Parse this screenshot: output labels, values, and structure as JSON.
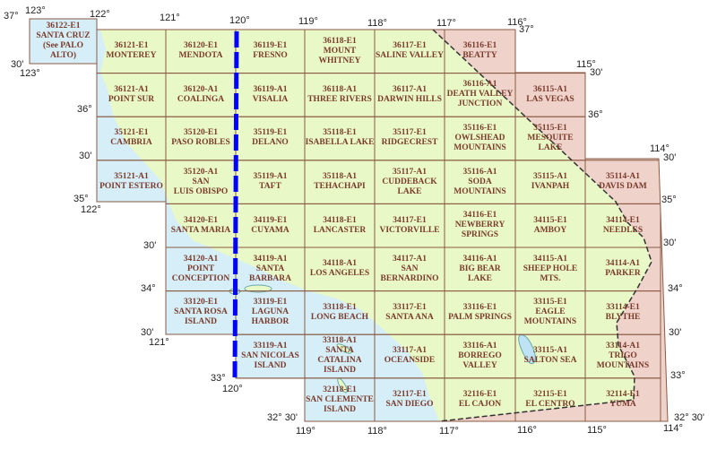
{
  "colors": {
    "land": "#e8f8c6",
    "ocean": "#d6eef8",
    "outside_state": "#efd2ca",
    "grid": "#8a5a44",
    "text": "#7a3b2b",
    "meridian_line": "#0000ff"
  },
  "quadrangles": [
    {
      "code": "36122-E1",
      "name": "SANTA CRUZ\n(See PALO ALTO)",
      "lon_west": 123,
      "lat_north": 37
    },
    {
      "code": "36121-E1",
      "name": "MONTEREY",
      "lon_west": 122,
      "lat_north": 37
    },
    {
      "code": "36120-E1",
      "name": "MENDOTA",
      "lon_west": 121,
      "lat_north": 37
    },
    {
      "code": "36119-E1",
      "name": "FRESNO",
      "lon_west": 120,
      "lat_north": 37
    },
    {
      "code": "36118-E1",
      "name": "MOUNT\nWHITNEY",
      "lon_west": 119,
      "lat_north": 37
    },
    {
      "code": "36117-E1",
      "name": "SALINE VALLEY",
      "lon_west": 118,
      "lat_north": 37
    },
    {
      "code": "36116-E1",
      "name": "BEATTY",
      "lon_west": 117,
      "lat_north": 37
    },
    {
      "code": "36121-A1",
      "name": "POINT SUR",
      "lon_west": 122,
      "lat_north": 36.5
    },
    {
      "code": "36120-A1",
      "name": "COALINGA",
      "lon_west": 121,
      "lat_north": 36.5
    },
    {
      "code": "36119-A1",
      "name": "VISALIA",
      "lon_west": 120,
      "lat_north": 36.5
    },
    {
      "code": "36118-A1",
      "name": "THREE RIVERS",
      "lon_west": 119,
      "lat_north": 36.5
    },
    {
      "code": "36117-A1",
      "name": "DARWIN HILLS",
      "lon_west": 118,
      "lat_north": 36.5
    },
    {
      "code": "36116-A1",
      "name": "DEATH VALLEY\nJUNCTION",
      "lon_west": 117,
      "lat_north": 36.5
    },
    {
      "code": "36115-A1",
      "name": "LAS VEGAS",
      "lon_west": 116,
      "lat_north": 36.5
    },
    {
      "code": "35121-E1",
      "name": "CAMBRIA",
      "lon_west": 122,
      "lat_north": 36
    },
    {
      "code": "35120-E1",
      "name": "PASO ROBLES",
      "lon_west": 121,
      "lat_north": 36
    },
    {
      "code": "35119-E1",
      "name": "DELANO",
      "lon_west": 120,
      "lat_north": 36
    },
    {
      "code": "35118-E1",
      "name": "ISABELLA LAKE",
      "lon_west": 119,
      "lat_north": 36
    },
    {
      "code": "35117-E1",
      "name": "RIDGECREST",
      "lon_west": 118,
      "lat_north": 36
    },
    {
      "code": "35116-E1",
      "name": "OWLSHEAD\nMOUNTAINS",
      "lon_west": 117,
      "lat_north": 36
    },
    {
      "code": "35115-E1",
      "name": "MESQUITE LAKE",
      "lon_west": 116,
      "lat_north": 36
    },
    {
      "code": "35121-A1",
      "name": "POINT ESTERO",
      "lon_west": 122,
      "lat_north": 35.5
    },
    {
      "code": "35120-A1",
      "name": "SAN\nLUIS OBISPO",
      "lon_west": 121,
      "lat_north": 35.5
    },
    {
      "code": "35119-A1",
      "name": "TAFT",
      "lon_west": 120,
      "lat_north": 35.5
    },
    {
      "code": "35118-A1",
      "name": "TEHACHAPI",
      "lon_west": 119,
      "lat_north": 35.5
    },
    {
      "code": "35117-A1",
      "name": "CUDDEBACK\nLAKE",
      "lon_west": 118,
      "lat_north": 35.5
    },
    {
      "code": "35116-A1",
      "name": "SODA\nMOUNTAINS",
      "lon_west": 117,
      "lat_north": 35.5
    },
    {
      "code": "35115-A1",
      "name": "IVANPAH",
      "lon_west": 116,
      "lat_north": 35.5
    },
    {
      "code": "35114-A1",
      "name": "DAVIS DAM",
      "lon_west": 115,
      "lat_north": 35.5
    },
    {
      "code": "34120-E1",
      "name": "SANTA MARIA",
      "lon_west": 121,
      "lat_north": 35
    },
    {
      "code": "34119-E1",
      "name": "CUYAMA",
      "lon_west": 120,
      "lat_north": 35
    },
    {
      "code": "34118-E1",
      "name": "LANCASTER",
      "lon_west": 119,
      "lat_north": 35
    },
    {
      "code": "34117-E1",
      "name": "VICTORVILLE",
      "lon_west": 118,
      "lat_north": 35
    },
    {
      "code": "34116-E1",
      "name": "NEWBERRY\nSPRINGS",
      "lon_west": 117,
      "lat_north": 35
    },
    {
      "code": "34115-E1",
      "name": "AMBOY",
      "lon_west": 116,
      "lat_north": 35
    },
    {
      "code": "34114-E1",
      "name": "NEEDLES",
      "lon_west": 115,
      "lat_north": 35
    },
    {
      "code": "34120-A1",
      "name": "POINT\nCONCEPTION",
      "lon_west": 121,
      "lat_north": 34.5
    },
    {
      "code": "34119-A1",
      "name": "SANTA BARBARA",
      "lon_west": 120,
      "lat_north": 34.5
    },
    {
      "code": "34118-A1",
      "name": "LOS ANGELES",
      "lon_west": 119,
      "lat_north": 34.5
    },
    {
      "code": "34117-A1",
      "name": "SAN\nBERNARDINO",
      "lon_west": 118,
      "lat_north": 34.5
    },
    {
      "code": "34116-A1",
      "name": "BIG BEAR\nLAKE",
      "lon_west": 117,
      "lat_north": 34.5
    },
    {
      "code": "34115-A1",
      "name": "SHEEP HOLE\nMTS.",
      "lon_west": 116,
      "lat_north": 34.5
    },
    {
      "code": "34114-A1",
      "name": "PARKER",
      "lon_west": 115,
      "lat_north": 34.5
    },
    {
      "code": "33120-E1",
      "name": "SANTA ROSA\nISLAND",
      "lon_west": 121,
      "lat_north": 34
    },
    {
      "code": "33119-E1",
      "name": "LAGUNA HARBOR",
      "lon_west": 120,
      "lat_north": 34
    },
    {
      "code": "33118-E1",
      "name": "LONG BEACH",
      "lon_west": 119,
      "lat_north": 34
    },
    {
      "code": "33117-E1",
      "name": "SANTA ANA",
      "lon_west": 118,
      "lat_north": 34
    },
    {
      "code": "33116-E1",
      "name": "PALM SPRINGS",
      "lon_west": 117,
      "lat_north": 34
    },
    {
      "code": "33115-E1",
      "name": "EAGLE\nMOUNTAINS",
      "lon_west": 116,
      "lat_north": 34
    },
    {
      "code": "33114-E1",
      "name": "BLYTHE",
      "lon_west": 115,
      "lat_north": 34
    },
    {
      "code": "33119-A1",
      "name": "SAN NICOLAS\nISLAND",
      "lon_west": 120,
      "lat_north": 33.5
    },
    {
      "code": "33118-A1",
      "name": "SANTA\nCATALINA\nISLAND",
      "lon_west": 119,
      "lat_north": 33.5
    },
    {
      "code": "33117-A1",
      "name": "OCEANSIDE",
      "lon_west": 118,
      "lat_north": 33.5
    },
    {
      "code": "33116-A1",
      "name": "BORREGO\nVALLEY",
      "lon_west": 117,
      "lat_north": 33.5
    },
    {
      "code": "33115-A1",
      "name": "SALTON SEA",
      "lon_west": 116,
      "lat_north": 33.5
    },
    {
      "code": "33114-A1",
      "name": "TRIGO\nMOUNTAINS",
      "lon_west": 115,
      "lat_north": 33.5
    },
    {
      "code": "32118-E1",
      "name": "SAN CLEMENTE\nISLAND",
      "lon_west": 119,
      "lat_north": 33
    },
    {
      "code": "32117-E1",
      "name": "SAN DIEGO",
      "lon_west": 118,
      "lat_north": 33
    },
    {
      "code": "32116-E1",
      "name": "EL CAJON",
      "lon_west": 117,
      "lat_north": 33
    },
    {
      "code": "32115-E1",
      "name": "EL CENTRO",
      "lon_west": 116,
      "lat_north": 33
    },
    {
      "code": "32114-E1",
      "name": "YUMA",
      "lon_west": 115,
      "lat_north": 33
    }
  ],
  "degree_labels": {
    "l0": "37°",
    "l1": "123°",
    "l2": "122°",
    "l3": "121°",
    "l4": "120°",
    "l5": "119°",
    "l6": "118°",
    "l7": "117°",
    "l8": "116°",
    "l9": "37°",
    "l10": "115°",
    "l11": "30'",
    "l12": "36°",
    "l13": "114°",
    "l14": "30'",
    "l15": "35°",
    "l16": "30'",
    "l17": "34°",
    "l18": "30'",
    "l19": "33°",
    "l20": "32° 30'",
    "l21": "114°",
    "l22": "115°",
    "l23": "116°",
    "l24": "117°",
    "l25": "118°",
    "l26": "119°",
    "l27": "32° 30'",
    "l28": "33°",
    "l29": "120°",
    "l30": "30'",
    "l31": "121°",
    "l32": "34°",
    "l33": "30'",
    "l34": "35°",
    "l35": "122°",
    "l36": "30'",
    "l37": "36°",
    "l38": "30'",
    "l39": "123°"
  }
}
